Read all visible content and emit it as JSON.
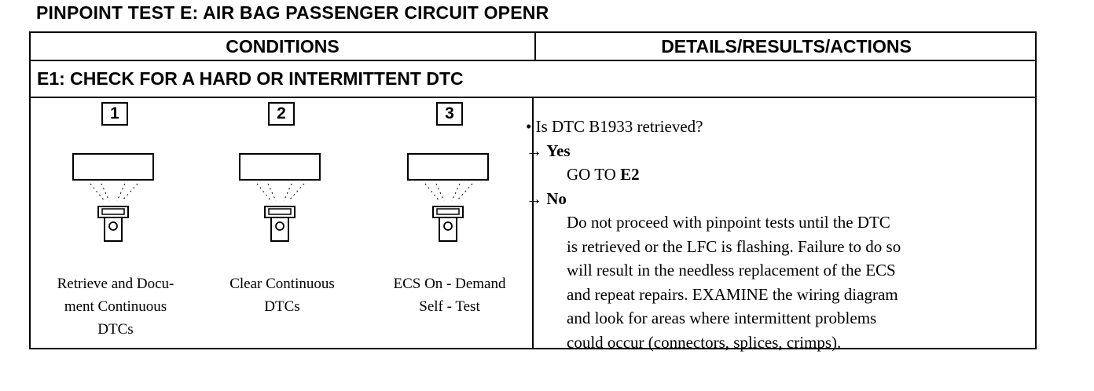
{
  "title": "PINPOINT TEST E: AIR BAG PASSENGER CIRCUIT OPENR",
  "table": {
    "header_conditions": "CONDITIONS",
    "header_details": "DETAILS/RESULTS/ACTIONS",
    "section": "E1: CHECK FOR A HARD OR INTERMITTENT DTC"
  },
  "steps": [
    {
      "number": "1",
      "caption_line1": "Retrieve and Docu-",
      "caption_line2": "ment Continuous",
      "caption_line3": "DTCs",
      "icon": "scan-tool-icon"
    },
    {
      "number": "2",
      "caption_line1": "Clear Continuous",
      "caption_line2": "DTCs",
      "caption_line3": "",
      "icon": "scan-tool-icon"
    },
    {
      "number": "3",
      "caption_line1": "ECS On - Demand",
      "caption_line2": "Self - Test",
      "caption_line3": "",
      "icon": "scan-tool-icon"
    }
  ],
  "details": {
    "question": "• Is DTC B1933 retrieved?",
    "arrow": "→",
    "yes_label": "Yes",
    "yes_action_prefix": "GO TO ",
    "yes_action_target": "E2",
    "no_label": "No",
    "no_lines": [
      "Do not proceed with pinpoint tests until the DTC",
      "is retrieved or the LFC is flashing. Failure to do so",
      "will result in the needless replacement of the ECS",
      "and repeat repairs. EXAMINE the wiring diagram",
      "and look for areas where intermittent problems",
      "could occur (connectors, splices, crimps)."
    ]
  }
}
